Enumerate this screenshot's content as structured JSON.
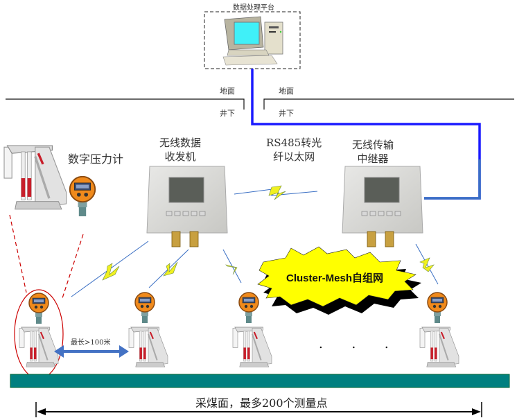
{
  "platform": {
    "label": "数据处理平台",
    "icon": "desktop-computer-icon"
  },
  "surface": {
    "above_left": "地面",
    "below_left": "井下",
    "above_right": "地面",
    "below_right": "井下"
  },
  "devices": {
    "gauge_title": "数字压力计",
    "transceiver": {
      "line1": "无线数据",
      "line2": "收发机"
    },
    "converter": {
      "line1": "RS485转光",
      "line2": "纤以太网"
    },
    "repeater": {
      "line1": "无线传输",
      "line2": "中继器"
    }
  },
  "mesh": {
    "label": "Cluster-Mesh自组网"
  },
  "distance": {
    "label": "最长>100米"
  },
  "coalface": {
    "label": "采煤面，最多200个测量点",
    "ellipsis": ". . ."
  },
  "colors": {
    "fiber_line": "#1a1aff",
    "repeater_line": "#3a6fc4",
    "coalface_bar": "#008080",
    "mesh_fill": "#ffff00",
    "lightning_fill": "#f0f020",
    "dashed_red": "#cc0000",
    "gauge_orange": "#f08a1c",
    "support_red": "#c81e2a",
    "arrow_blue": "#4472c4"
  }
}
